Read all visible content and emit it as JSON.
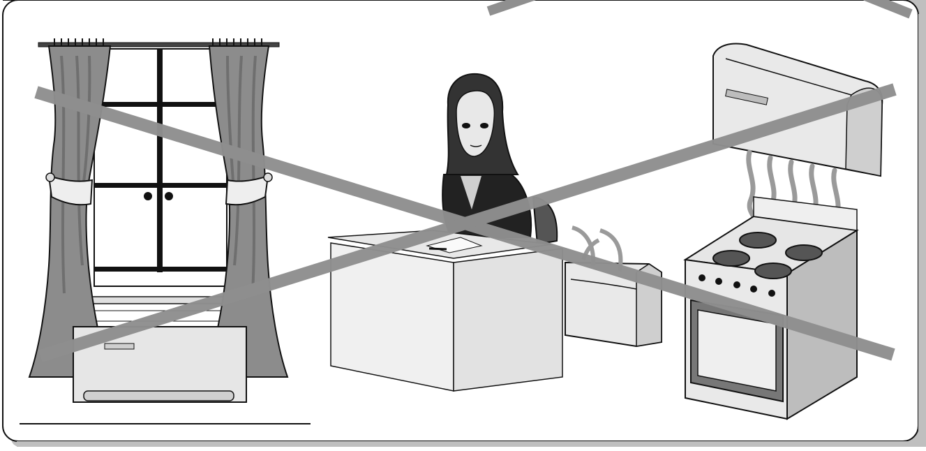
{
  "scene": {
    "subject": "installation-guidance-illustration",
    "elements": [
      "window-with-curtains",
      "indoor-unit-under-window",
      "woman-at-desk",
      "desk",
      "secondary-indoor-unit",
      "wall-mounted-unit",
      "heat-waves",
      "gas-stove-oven"
    ],
    "overlay_mark": "cross-out"
  },
  "colors": {
    "line": "#111111",
    "curtain": "#8c8c8c",
    "curtain_dark": "#6f6f6f",
    "cross": "#8f8f8f",
    "appliance": "#e9e9e9",
    "appliance_shade": "#bdbdbd",
    "panel_shadow": "#bfbfbf"
  }
}
